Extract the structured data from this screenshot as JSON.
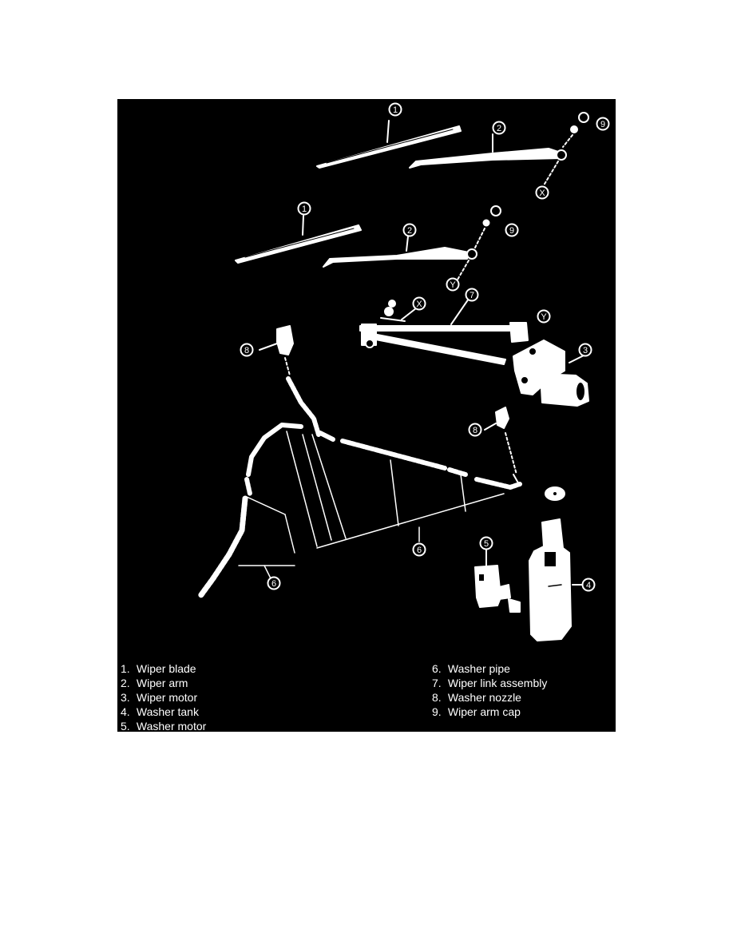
{
  "colors": {
    "page_background": "#ffffff",
    "figure_background": "#000000",
    "line_art": "#ffffff"
  },
  "callouts": {
    "c1a": "1",
    "c2a": "2",
    "c9a": "9",
    "cXa": "X",
    "c1b": "1",
    "c2b": "2",
    "c9b": "9",
    "cYb": "Y",
    "c7": "7",
    "cXl": "X",
    "cYl": "Y",
    "c3": "3",
    "c8a": "8",
    "c8b": "8",
    "c6a": "6",
    "c6b": "6",
    "c5": "5",
    "c4": "4"
  },
  "legend": {
    "left": [
      {
        "num": "1.",
        "label": "Wiper blade"
      },
      {
        "num": "2.",
        "label": "Wiper arm"
      },
      {
        "num": "3.",
        "label": "Wiper motor"
      },
      {
        "num": "4.",
        "label": "Washer tank"
      },
      {
        "num": "5.",
        "label": "Washer motor"
      }
    ],
    "right": [
      {
        "num": "6.",
        "label": "Washer pipe"
      },
      {
        "num": "7.",
        "label": "Wiper link assembly"
      },
      {
        "num": "8.",
        "label": "Washer nozzle"
      },
      {
        "num": "9.",
        "label": "Wiper arm cap"
      }
    ]
  }
}
